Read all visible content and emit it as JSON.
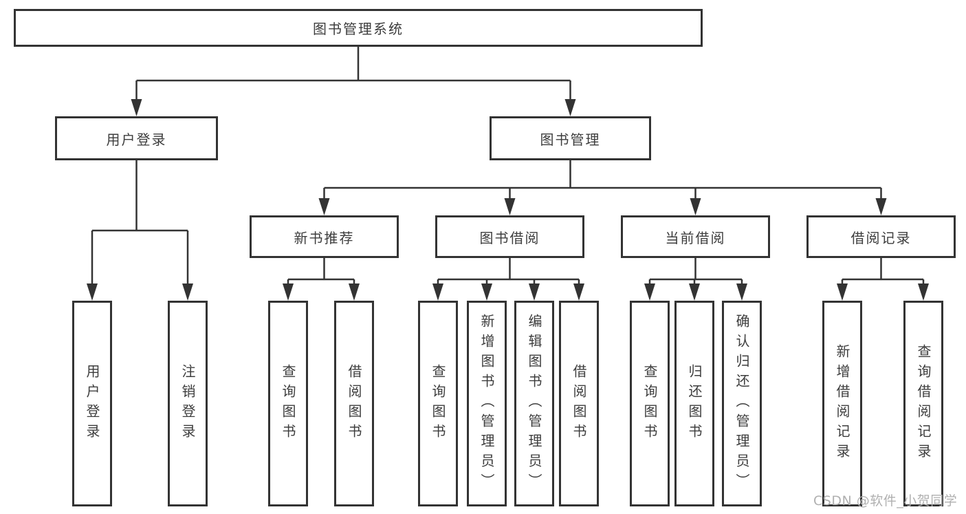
{
  "nodes": {
    "root": "图书管理系统",
    "l2": [
      "用户登录",
      "图书管理"
    ],
    "l3": [
      "新书推荐",
      "图书借阅",
      "当前借阅",
      "借阅记录"
    ],
    "leaf_user": [
      "用户登录",
      "注销登录"
    ],
    "leaf_newbook": [
      "查询图书",
      "借阅图书"
    ],
    "leaf_borrow": [
      "查询图书",
      "新增图书（管理员）",
      "编辑图书（管理员）",
      "借阅图书"
    ],
    "leaf_current": [
      "查询图书",
      "归还图书",
      "确认归还（管理员）"
    ],
    "leaf_records": [
      "新增借阅记录",
      "查询借阅记录"
    ]
  },
  "watermark": "CSDN @软件_小贺同学",
  "colors": {
    "line": "#333333",
    "box_border": "#333333",
    "box_fill": "#ffffff",
    "text": "#3d3d3d",
    "watermark": "#b0b0b0",
    "background": "#ffffff"
  }
}
